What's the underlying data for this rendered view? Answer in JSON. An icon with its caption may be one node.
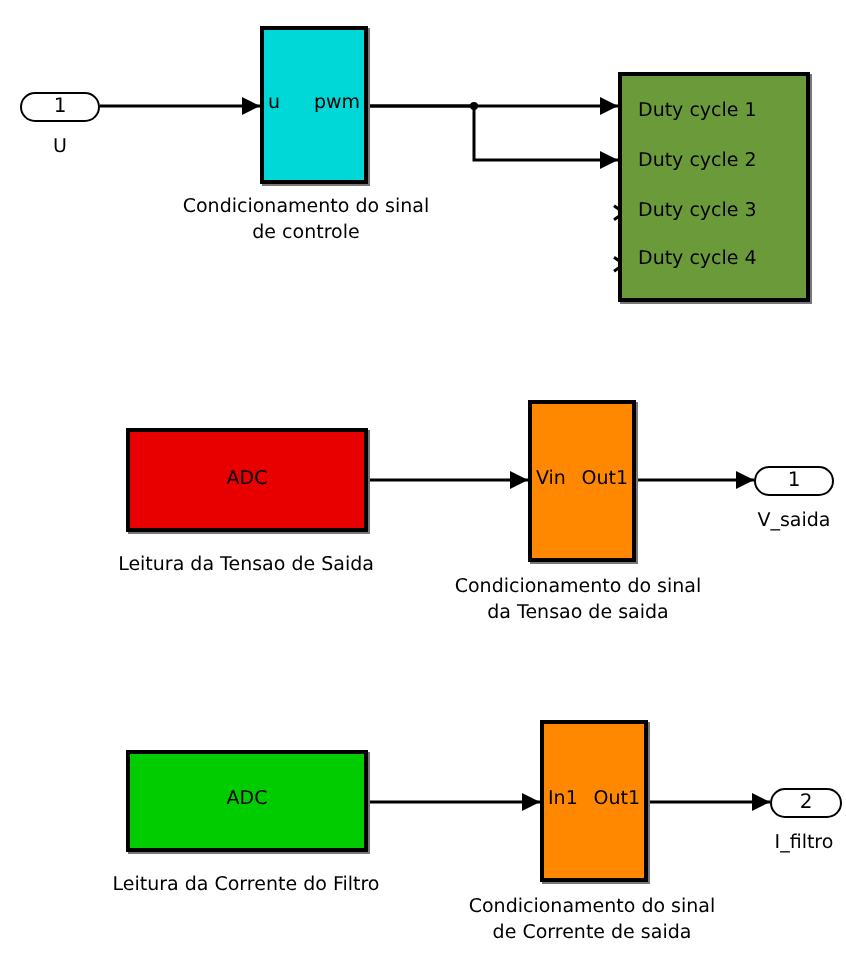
{
  "diagram": {
    "nodes": [
      {
        "text": [
          "1"
        ],
        "beside": [
          "U"
        ]
      },
      {
        "text": [
          "u",
          "pwm"
        ],
        "beside": [
          "Condicionamento do sinal de controle"
        ]
      },
      {
        "text": [
          "Duty cycle 1",
          "Duty cycle 2",
          "Duty cycle 3",
          "Duty cycle 4"
        ]
      },
      {
        "text": [
          "ADC"
        ],
        "beside": [
          "Leitura da Tensao de Saida"
        ]
      },
      {
        "text": [
          "Vin",
          "Out1"
        ],
        "beside": [
          "Condicionamento do sinal da Tensao de saida"
        ]
      },
      {
        "text": [
          "1"
        ],
        "beside": [
          "V_saida"
        ]
      },
      {
        "text": [
          "ADC"
        ],
        "beside": [
          "Leitura da Corrente do Filtro"
        ]
      },
      {
        "text": [
          "In1",
          "Out1"
        ],
        "beside": [
          "Condicionamento do sinal de Corrente de saida"
        ]
      },
      {
        "text": [
          "2"
        ],
        "beside": [
          "I_filtro"
        ]
      }
    ],
    "edges": [
      {
        "from": 0,
        "to": 1,
        "arrow": "to"
      },
      {
        "from": 1,
        "to": 2,
        "arrow": "to"
      },
      {
        "from": 1,
        "to": 2,
        "arrow": "to"
      },
      {
        "from": 3,
        "to": 4,
        "arrow": "to"
      },
      {
        "from": 4,
        "to": 5,
        "arrow": "to"
      },
      {
        "from": 6,
        "to": 7,
        "arrow": "to"
      },
      {
        "from": 7,
        "to": 8,
        "arrow": "to"
      }
    ]
  }
}
